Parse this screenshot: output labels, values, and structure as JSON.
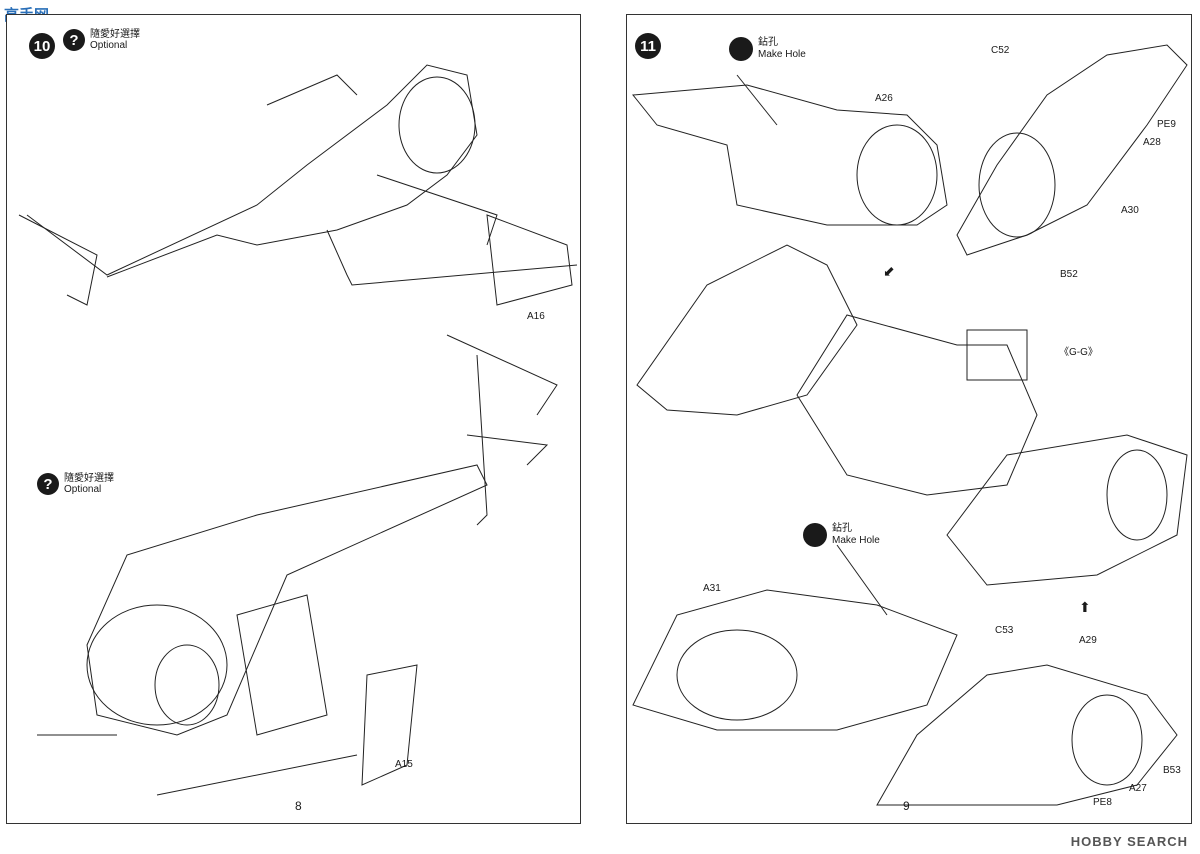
{
  "watermark_top": "高手网",
  "watermark_bottom": "HOBBY SEARCH",
  "left_page": {
    "page_number": "8",
    "step_number": "10",
    "optional_1": {
      "zh": "隨愛好選擇",
      "en": "Optional"
    },
    "optional_2": {
      "zh": "隨愛好選擇",
      "en": "Optional"
    },
    "part_labels": {
      "a16": "A16",
      "a15": "A15"
    }
  },
  "right_page": {
    "page_number": "9",
    "step_number": "11",
    "make_hole_1": {
      "zh": "鉆孔",
      "en": "Make Hole"
    },
    "make_hole_2": {
      "zh": "鉆孔",
      "en": "Make Hole"
    },
    "part_labels": {
      "a26": "A26",
      "c52": "C52",
      "pe9": "PE9",
      "a28": "A28",
      "a30": "A30",
      "b52": "B52",
      "gg": "《G-G》",
      "a31": "A31",
      "c53": "C53",
      "a29": "A29",
      "a27": "A27",
      "pe8": "PE8",
      "b53": "B53"
    }
  },
  "colors": {
    "ink": "#1a1a1a",
    "watermark_blue": "#2a6fb8"
  },
  "icons": [
    "question-icon",
    "drill-icon",
    "arrow-icon"
  ]
}
